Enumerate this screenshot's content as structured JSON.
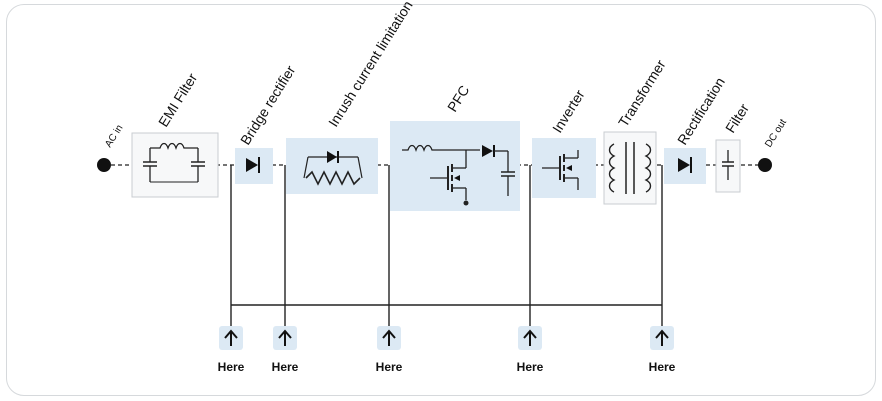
{
  "input_label": "AC in",
  "output_label": "DC out",
  "blocks": [
    {
      "id": "emi",
      "label": "EMI Filter"
    },
    {
      "id": "bridge",
      "label": "Bridge rectifier"
    },
    {
      "id": "inrush",
      "label": "Inrush current limitation"
    },
    {
      "id": "pfc",
      "label": "PFC"
    },
    {
      "id": "inverter",
      "label": "Inverter"
    },
    {
      "id": "transformer",
      "label": "Transformer"
    },
    {
      "id": "rectification",
      "label": "Rectification"
    },
    {
      "id": "filter",
      "label": "Filter"
    }
  ],
  "markers": [
    {
      "label": "Here"
    },
    {
      "label": "Here"
    },
    {
      "label": "Here"
    },
    {
      "label": "Here"
    },
    {
      "label": "Here"
    }
  ],
  "colors": {
    "highlight": "#dce9f4",
    "block": "#f7f8f9",
    "line": "#222222"
  }
}
